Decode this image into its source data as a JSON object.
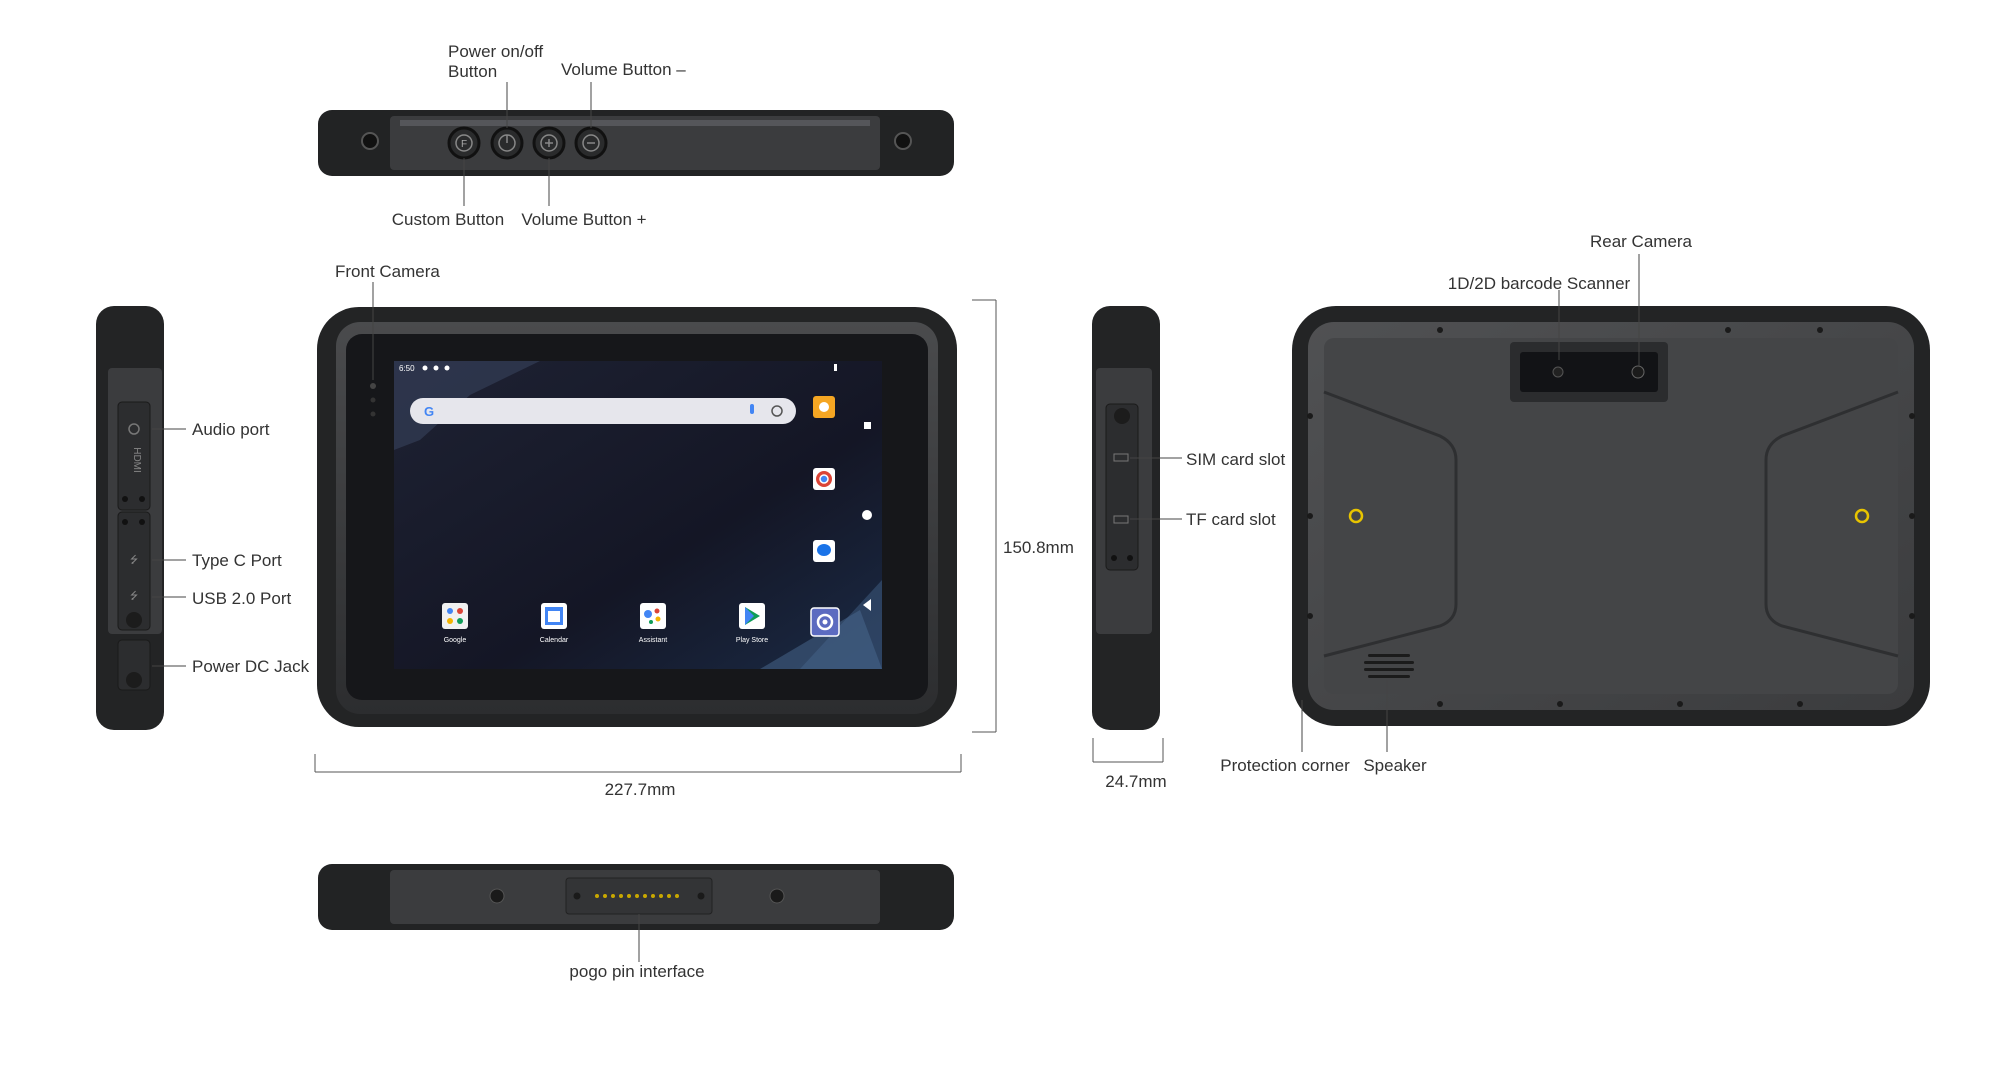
{
  "labels": {
    "power_button": "Power on/off\nButton",
    "volume_minus": "Volume Button –",
    "custom_button": "Custom Button",
    "volume_plus": "Volume Button +",
    "front_camera": "Front Camera",
    "audio_port": "Audio port",
    "type_c_port": "Type C Port",
    "usb_port": "USB 2.0 Port",
    "power_dc_jack": "Power DC Jack",
    "sim_slot": "SIM card slot",
    "tf_slot": "TF card slot",
    "rear_camera": "Rear Camera",
    "barcode_scanner": "1D/2D barcode Scanner",
    "protection_corner": "Protection corner",
    "speaker": "Speaker",
    "pogo_pin": "pogo pin interface"
  },
  "dimensions": {
    "width": "227.7mm",
    "height": "150.8mm",
    "thickness": "24.7mm"
  },
  "screen": {
    "time": "6:50",
    "apps": [
      "Google",
      "Calendar",
      "Assistant",
      "Play Store"
    ]
  },
  "side_markings": {
    "hdmi": "HDMI"
  },
  "colors": {
    "body": "#3a3b3d",
    "bumper": "#232425",
    "screen_bg": "#1b1c2a",
    "accent_yellow": "#e8c400"
  },
  "icons": [
    "power-icon",
    "volume-plus-icon",
    "volume-minus-icon",
    "custom-f-icon",
    "google-g-icon",
    "mic-icon",
    "lens-icon",
    "settings-icon"
  ]
}
